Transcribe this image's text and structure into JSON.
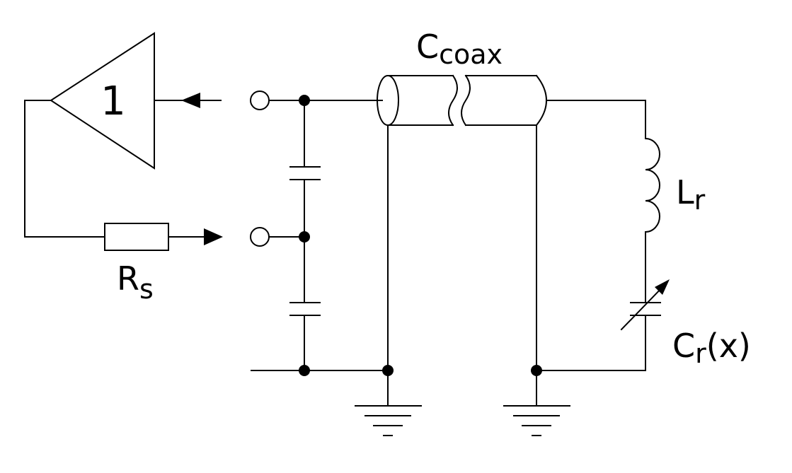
{
  "diagram": {
    "amplifier": {
      "gain_label": "1"
    },
    "labels": {
      "coax_main": "C",
      "coax_sub": "coax",
      "inductor_main": "L",
      "inductor_sub": "r",
      "resistor_main": "R",
      "resistor_sub": "s",
      "cap_main": "C",
      "cap_sub": "r",
      "cap_arg": "(x)"
    }
  }
}
